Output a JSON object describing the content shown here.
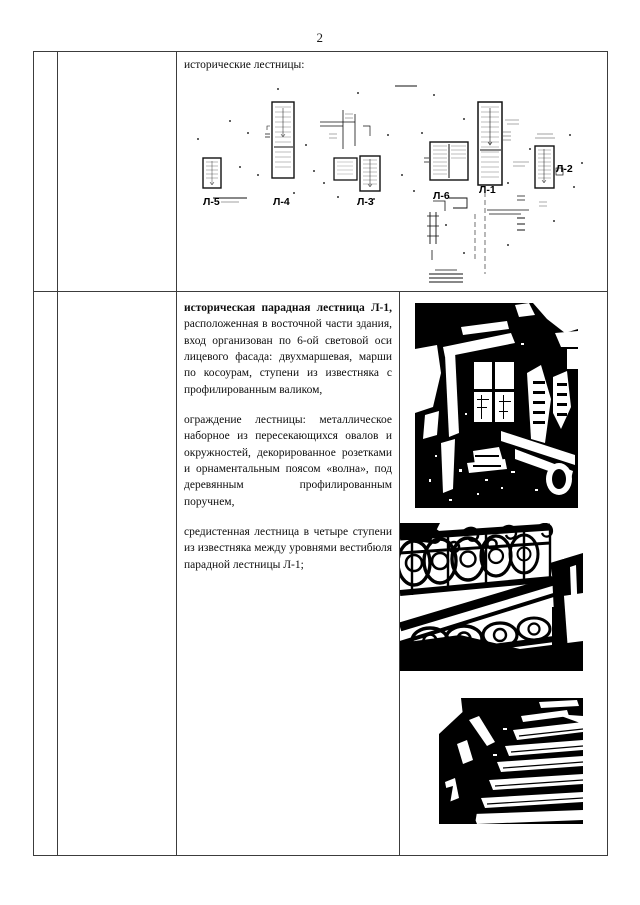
{
  "page": {
    "number": "2"
  },
  "table": {
    "row1": {
      "col1": "",
      "col2": "",
      "caption": "исторические лестницы:",
      "plan": {
        "labels": [
          "Л-5",
          "Л-4",
          "Л-3",
          "Л-6",
          "Л-1",
          "Л-2"
        ]
      }
    },
    "row2": {
      "col1": "",
      "col2": "",
      "paragraph1": {
        "bold_lead": "историческая парадная лестница Л-1,",
        "rest": " расположенная в восточной части здания, вход организован по 6-ой световой оси лицевого фасада: двухмаршевая, марши по косоурам, ступени из известняка с профилированным валиком,"
      },
      "paragraph2": "ограждение лестницы: металлическое наборное из пересекающихся овалов и окружностей, декорированное розетками и орнаментальным поясом «волна», под деревянным профилированным поручнем,",
      "paragraph3": "средистенная лестница в четыре ступени из известняка между уровнями вестибюля парадной лестницы Л-1;",
      "photos": [
        {
          "name": "photo-stairwell",
          "alt": "историческая парадная лестница Л-1, вид на окно"
        },
        {
          "name": "photo-railing",
          "alt": "металлическое ограждение лестницы из овалов и окружностей"
        },
        {
          "name": "photo-steps",
          "alt": "средистенная лестница в четыре ступени из известняка"
        }
      ]
    }
  },
  "colors": {
    "border": "#3c3c3c",
    "text": "#0d0d0d",
    "photo_bg": "#000000",
    "page_bg": "#ffffff"
  }
}
